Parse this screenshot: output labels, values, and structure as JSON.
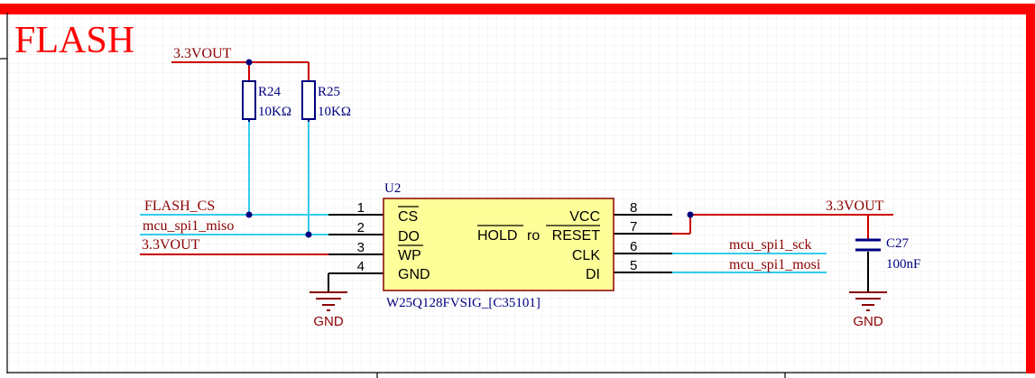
{
  "sheet": {
    "title": "FLASH",
    "colors": {
      "background": "#ffffff",
      "grid": "#ececec",
      "frame_border": "#ff0000",
      "wire_power": "#cc0000",
      "wire_signal": "#33ccee",
      "wire_ground": "#000000",
      "component_body": "#ffff99",
      "component_outline": "#8b0000",
      "designator": "#000080",
      "pin_text": "#000000",
      "net_label": "#8b0000",
      "junction": "#000080"
    }
  },
  "power": {
    "top_rail_label": "3.3VOUT",
    "right_rail_label": "3.3VOUT",
    "left_net_label": "3.3VOUT",
    "gnd_left_label": "GND",
    "gnd_right_label": "GND"
  },
  "resistors": [
    {
      "designator": "R24",
      "value": "10KΩ"
    },
    {
      "designator": "R25",
      "value": "10KΩ"
    }
  ],
  "capacitor": {
    "designator": "C27",
    "value": "100nF"
  },
  "chip": {
    "designator": "U2",
    "part": "W25Q128FVSIG_[C35101]",
    "left_pins": [
      {
        "number": "1",
        "name": "CS",
        "overbar": true
      },
      {
        "number": "2",
        "name": "DO",
        "overbar": false
      },
      {
        "number": "3",
        "name": "WP",
        "overbar": true
      },
      {
        "number": "4",
        "name": "GND",
        "overbar": false
      }
    ],
    "right_pins": [
      {
        "number": "8",
        "name": "VCC"
      },
      {
        "number": "7",
        "name_hold": "HOLD",
        "name_sep": "ro",
        "name_reset": "RESET"
      },
      {
        "number": "6",
        "name": "CLK"
      },
      {
        "number": "5",
        "name": "DI"
      }
    ]
  },
  "nets": {
    "flash_cs": "FLASH_CS",
    "miso": "mcu_spi1_miso",
    "sck": "mcu_spi1_sck",
    "mosi": "mcu_spi1_mosi"
  }
}
